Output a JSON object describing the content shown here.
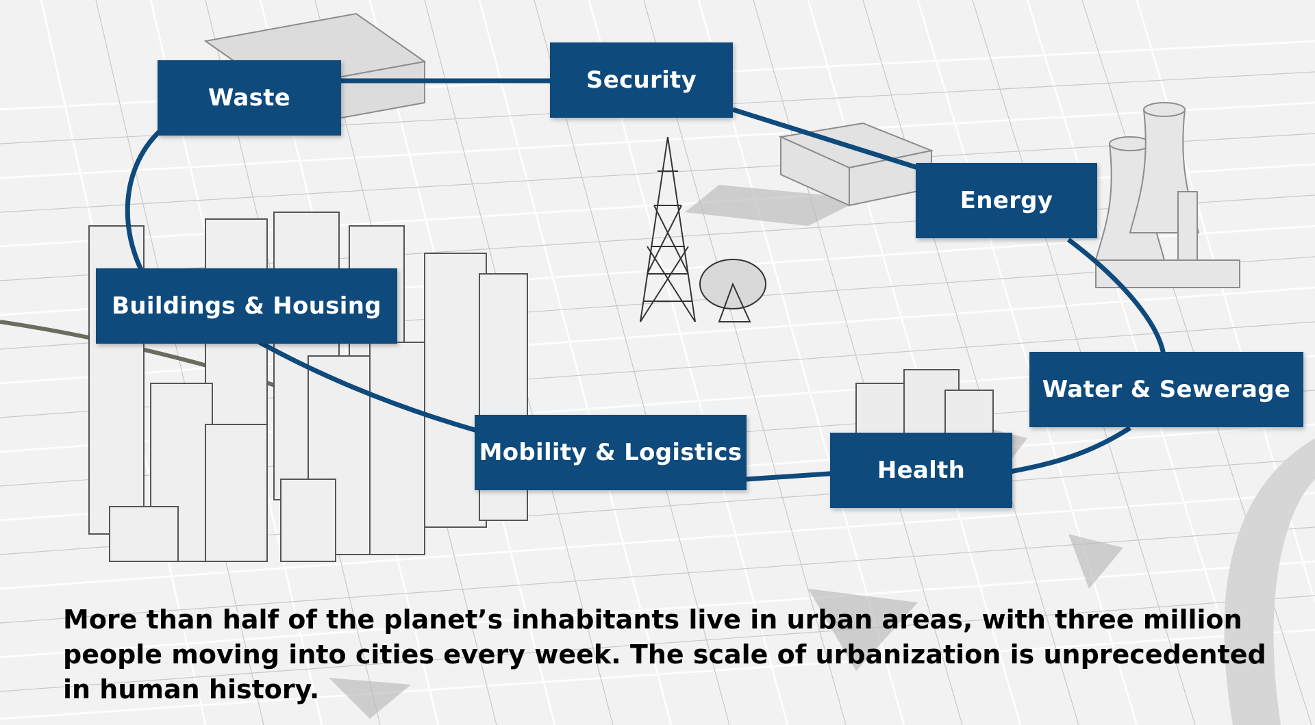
{
  "diagram": {
    "accent_color": "#0e4a7c",
    "loop_color": "#0e4a7c",
    "background_illustration": "isometric-city-map",
    "nodes": [
      {
        "id": "waste",
        "label": "Waste"
      },
      {
        "id": "security",
        "label": "Security"
      },
      {
        "id": "energy",
        "label": "Energy"
      },
      {
        "id": "buildings",
        "label": "Buildings & Housing"
      },
      {
        "id": "water",
        "label": "Water & Sewerage"
      },
      {
        "id": "mobility",
        "label": "Mobility & Logistics"
      },
      {
        "id": "health",
        "label": "Health"
      }
    ]
  },
  "caption": "More than half of the planet’s inhabitants live in urban areas, with three million people moving into cities every week. The scale of urbanization is unprecedented in human history."
}
